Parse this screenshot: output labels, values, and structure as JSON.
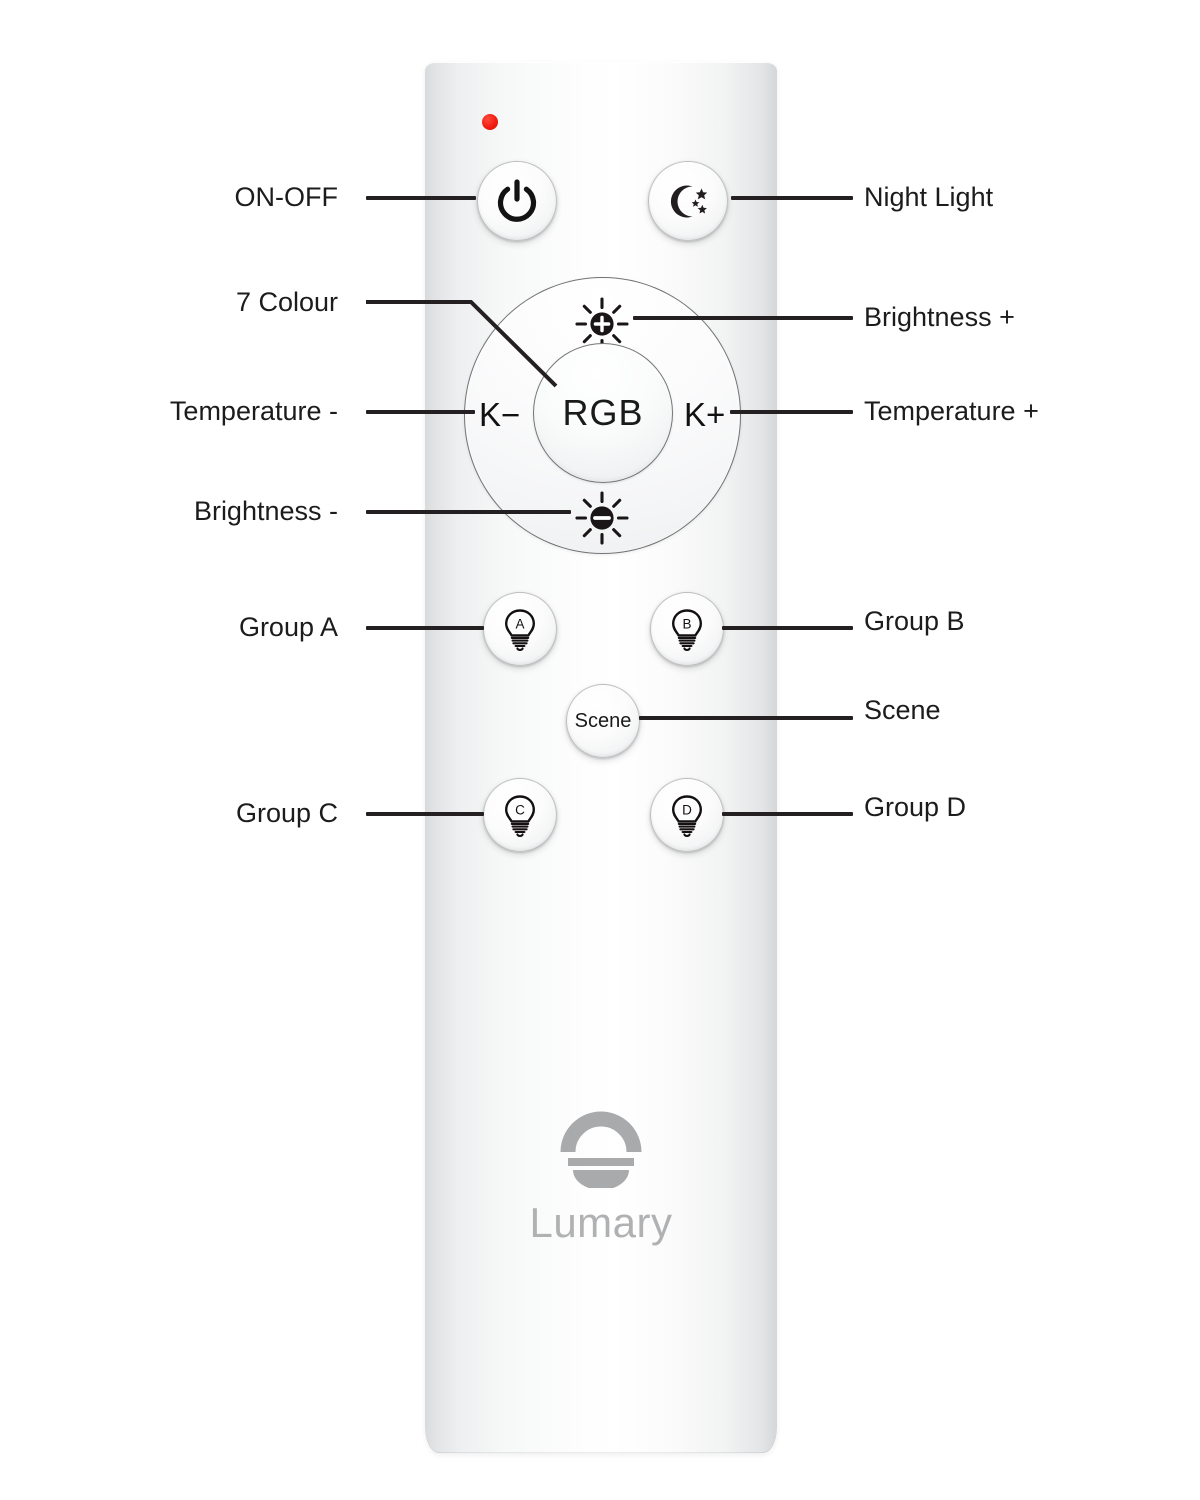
{
  "product": {
    "brand_name": "Lumary",
    "brand_mark_icon": "lumary-logo-icon",
    "device": "led-remote-control"
  },
  "indicator": {
    "led_icon": "led-indicator-dot",
    "led_color": "#f21c10"
  },
  "buttons": {
    "power": {
      "icon": "power-icon",
      "label": ""
    },
    "night_light": {
      "icon": "moon-stars-icon",
      "label": ""
    },
    "brightness_up": {
      "icon": "sun-plus-icon",
      "label": ""
    },
    "brightness_down": {
      "icon": "sun-minus-icon",
      "label": ""
    },
    "temperature_down": {
      "label": "K−",
      "icon": "kelvin-minus-icon"
    },
    "temperature_up": {
      "label": "K+",
      "icon": "kelvin-plus-icon"
    },
    "rgb": {
      "label": "RGB",
      "icon": "rgb-icon"
    },
    "scene": {
      "label": "Scene",
      "icon": "scene-icon"
    },
    "group_a": {
      "label": "A",
      "icon": "bulb-a-icon"
    },
    "group_b": {
      "label": "B",
      "icon": "bulb-b-icon"
    },
    "group_c": {
      "label": "C",
      "icon": "bulb-c-icon"
    },
    "group_d": {
      "label": "D",
      "icon": "bulb-d-icon"
    }
  },
  "callouts": {
    "left": [
      {
        "id": "on-off",
        "text": "ON-OFF"
      },
      {
        "id": "7-colour",
        "text": "7  Colour"
      },
      {
        "id": "temp-minus",
        "text": "Temperature -"
      },
      {
        "id": "bright-minus",
        "text": "Brightness -"
      },
      {
        "id": "group-a",
        "text": "Group A"
      },
      {
        "id": "group-c",
        "text": "Group C"
      }
    ],
    "right": [
      {
        "id": "night-light",
        "text": "Night Light"
      },
      {
        "id": "bright-plus",
        "text": "Brightness +"
      },
      {
        "id": "temp-plus",
        "text": "Temperature +"
      },
      {
        "id": "group-b",
        "text": "Group B"
      },
      {
        "id": "scene",
        "text": "Scene"
      },
      {
        "id": "group-d",
        "text": "Group D"
      }
    ]
  },
  "colors": {
    "leader_line": "#241f20",
    "label_text": "#1c1c1c",
    "brand_gray": "#b0b1b3",
    "body_light": "#ffffff",
    "body_shadow": "#d5d6d8"
  }
}
